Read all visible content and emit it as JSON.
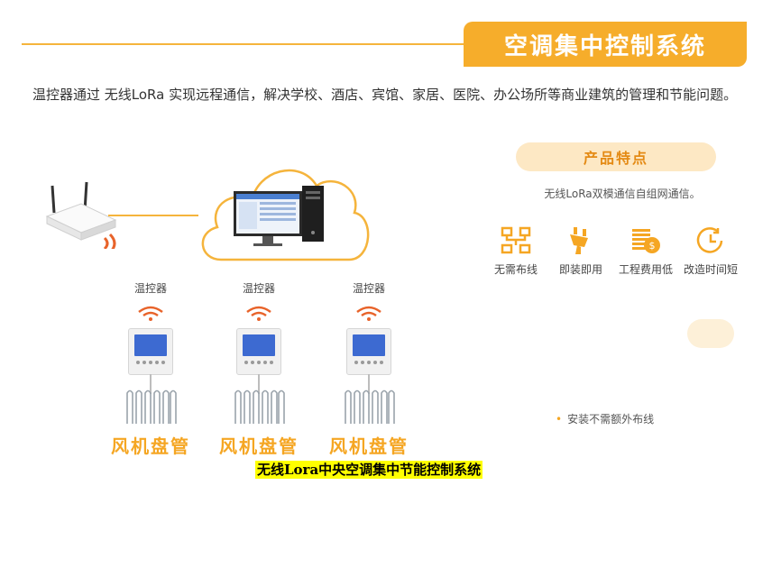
{
  "header": {
    "title": "空调集中控制系统"
  },
  "intro": {
    "text": "温控器通过 无线LoRa 实现远程通信，解决学校、酒店、宾馆、家居、医院、办公场所等商业建筑的管理和节能问题。"
  },
  "diagram": {
    "thermostats": [
      {
        "label": "温控器",
        "coil_label": "风机盘管"
      },
      {
        "label": "温控器",
        "coil_label": "风机盘管"
      },
      {
        "label": "温控器",
        "coil_label": "风机盘管"
      }
    ]
  },
  "features": {
    "title": "产品特点",
    "subtitle": "无线LoRa双模通信自组网通信。",
    "items": [
      {
        "label": "无需布线",
        "icon": "network-icon"
      },
      {
        "label": "即装即用",
        "icon": "plug-icon"
      },
      {
        "label": "工程费用低",
        "icon": "coins-icon"
      },
      {
        "label": "改造时间短",
        "icon": "clock-icon"
      }
    ],
    "note": "安装不需额外布线"
  },
  "caption": "无线Lora中央空调集中节能控制系统",
  "colors": {
    "accent": "#f6ad2b",
    "accent_light": "#fde8c4",
    "coil_text": "#f5a623",
    "screen_blue": "#3d6ad1"
  }
}
